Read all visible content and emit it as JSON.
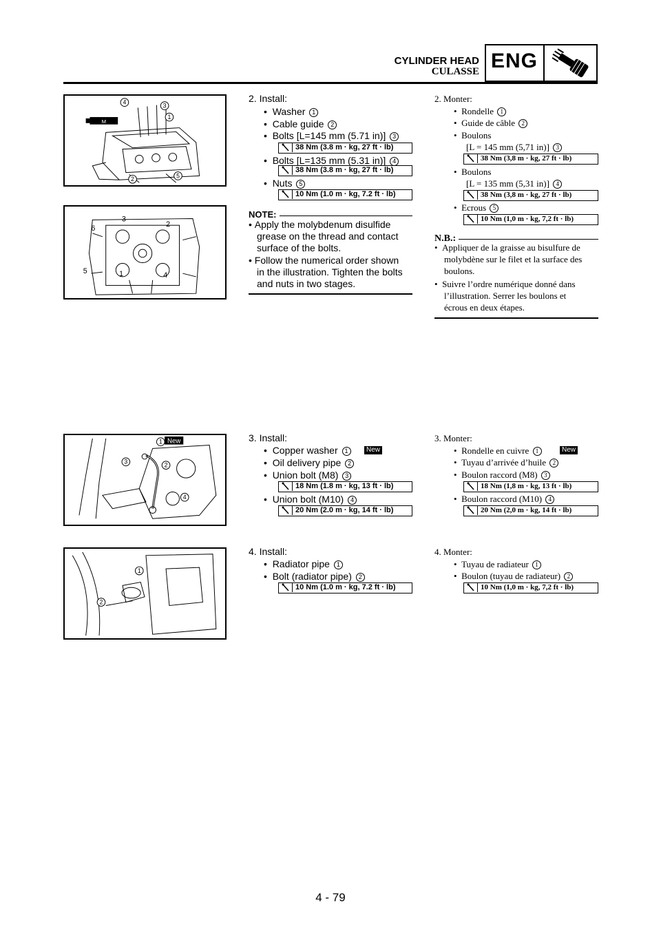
{
  "header": {
    "title_en": "CYLINDER HEAD",
    "title_fr": "CULASSE",
    "section_tab": "ENG",
    "section_icon": "wrench-icon"
  },
  "figures": {
    "f1": {
      "callouts": [
        "1",
        "2",
        "3",
        "4",
        "5"
      ],
      "symbol": "M"
    },
    "f2": {
      "callouts": [
        "1",
        "2",
        "3",
        "4",
        "5",
        "6"
      ]
    },
    "f3": {
      "callouts": [
        "1",
        "2",
        "3",
        "4"
      ],
      "badge": "New"
    },
    "f4": {
      "callouts": [
        "1",
        "2"
      ]
    }
  },
  "step2": {
    "en": {
      "title": "2.  Install:",
      "items": [
        "Washer",
        "Cable guide",
        "Bolts [L=145 mm (5.71 in)]",
        "Bolts [L=135 mm (5.31 in)]",
        "Nuts"
      ],
      "nums": [
        "1",
        "2",
        "3",
        "4",
        "5"
      ],
      "torques": [
        "38 Nm (3.8 m · kg, 27 ft · lb)",
        "38 Nm (3.8 m · kg, 27 ft · lb)",
        "10 Nm (1.0 m · kg, 7.2 ft · lb)"
      ],
      "note_label": "NOTE:",
      "notes": [
        [
          "Apply  the  molybdenum  disulfide",
          "grease  on  the  thread  and  contact",
          "surface of the bolts."
        ],
        [
          "Follow  the  numerical  order  shown",
          "in the illustration. Tighten the bolts",
          "and nuts in two stages."
        ]
      ]
    },
    "fr": {
      "title": "2.  Monter:",
      "items": [
        "Rondelle",
        "Guide de câble",
        "Boulons",
        "[L = 145 mm (5,71 in)]",
        "Boulons",
        "[L = 135 mm (5,31 in)]",
        "Ecrous"
      ],
      "nums": [
        "1",
        "2",
        "3",
        "4",
        "5"
      ],
      "torques": [
        "38 Nm (3,8 m · kg, 27 ft · lb)",
        "38 Nm (3,8 m · kg, 27 ft · lb)",
        "10 Nm (1,0 m · kg, 7,2 ft · lb)"
      ],
      "note_label": "N.B.:",
      "notes": [
        [
          "Appliquer de la graisse au bisulfure de",
          "molybdène sur le filet et la surface des",
          "boulons."
        ],
        [
          "Suivre  l’ordre  numérique  donné  dans",
          "l’illustration.  Serrer  les  boulons  et",
          "écrous en deux étapes."
        ]
      ]
    }
  },
  "step3": {
    "en": {
      "title": "3.  Install:",
      "items": [
        "Copper washer",
        "Oil delivery pipe",
        "Union bolt (M8)",
        "Union bolt (M10)"
      ],
      "nums": [
        "1",
        "2",
        "3",
        "4"
      ],
      "badge": "New",
      "torques": [
        "18 Nm (1.8 m · kg, 13 ft · lb)",
        "20 Nm (2.0 m · kg, 14 ft · lb)"
      ]
    },
    "fr": {
      "title": "3.  Monter:",
      "items": [
        "Rondelle en cuivre",
        "Tuyau d’arrivée d’huile",
        "Boulon raccord (M8)",
        "Boulon raccord (M10)"
      ],
      "nums": [
        "1",
        "2",
        "3",
        "4"
      ],
      "badge": "New",
      "torques": [
        "18 Nm (1,8 m · kg, 13 ft · lb)",
        "20 Nm (2,0 m · kg, 14 ft · lb)"
      ]
    }
  },
  "step4": {
    "en": {
      "title": "4.  Install:",
      "items": [
        "Radiator pipe",
        "Bolt (radiator pipe)"
      ],
      "nums": [
        "1",
        "2"
      ],
      "torques": [
        "10 Nm (1.0 m · kg, 7.2 ft · lb)"
      ]
    },
    "fr": {
      "title": "4.  Monter:",
      "items": [
        "Tuyau de radiateur",
        "Boulon (tuyau de radiateur)"
      ],
      "nums": [
        "1",
        "2"
      ],
      "torques": [
        "10 Nm (1,0 m · kg, 7,2 ft · lb)"
      ]
    }
  },
  "footer": {
    "page_number": "4 - 79"
  },
  "icons": {
    "torque": "torque-wrench-icon",
    "bullet": "•"
  }
}
